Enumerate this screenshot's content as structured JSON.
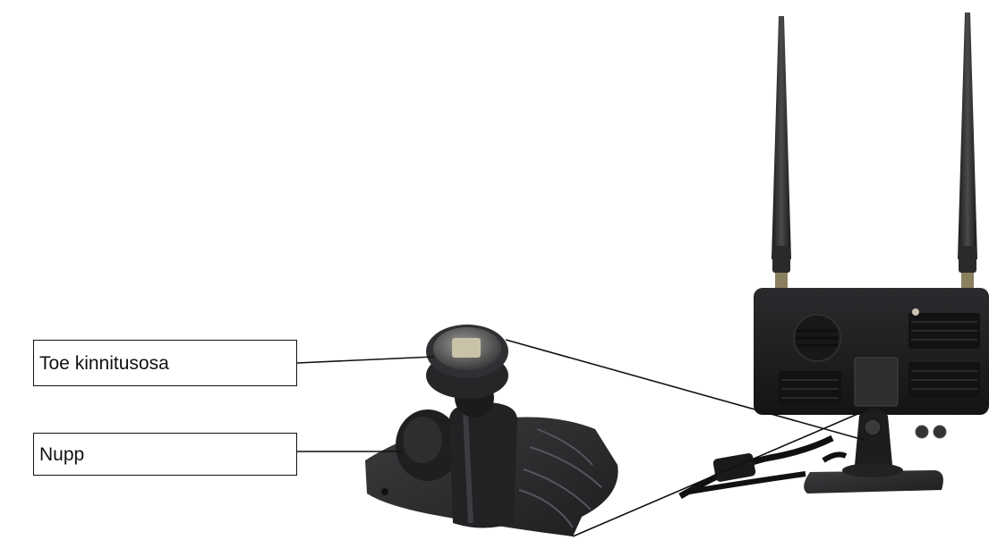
{
  "labels": {
    "mount_part": "Toe kinnitusosa",
    "knob": "Nupp"
  },
  "colors": {
    "background": "#ffffff",
    "device": "#1c1c1e",
    "device_highlight": "#3a3a3d",
    "line": "#111111",
    "base": "#2a2a2c"
  },
  "icons": {
    "monitor": "monitor-with-antennas-image",
    "stand": "suction-mount-stand-image"
  }
}
